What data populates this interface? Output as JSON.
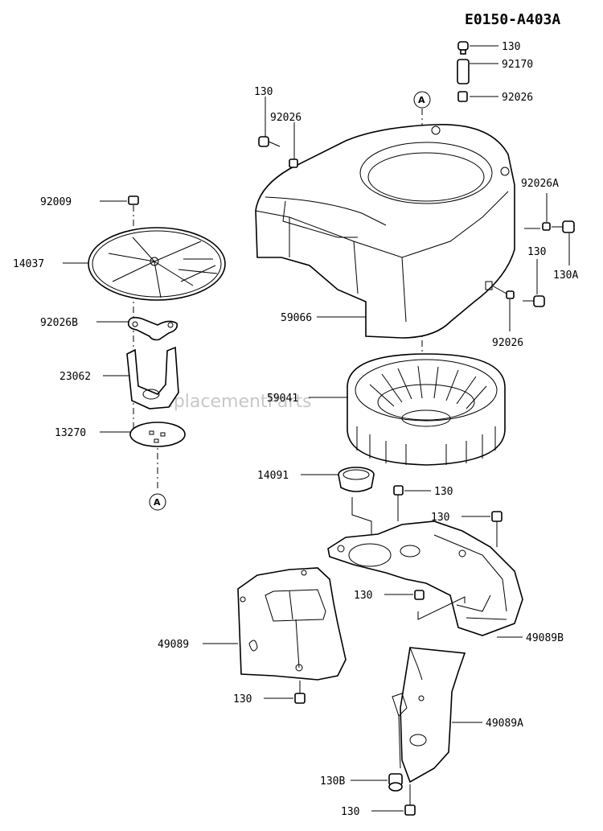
{
  "diagram_id": "E0150-A403A",
  "watermark": "ReplacementParts",
  "callouts": [
    {
      "id": "c130_top",
      "text": "130"
    },
    {
      "id": "c92170",
      "text": "92170"
    },
    {
      "id": "c92026_top",
      "text": "92026"
    },
    {
      "id": "c130_left",
      "text": "130"
    },
    {
      "id": "c92026_left",
      "text": "92026"
    },
    {
      "id": "c92009",
      "text": "92009"
    },
    {
      "id": "c92026A",
      "text": "92026A"
    },
    {
      "id": "c14037",
      "text": "14037"
    },
    {
      "id": "c130_right",
      "text": "130"
    },
    {
      "id": "c130A",
      "text": "130A"
    },
    {
      "id": "c92026B",
      "text": "92026B"
    },
    {
      "id": "c59066",
      "text": "59066"
    },
    {
      "id": "c92026_right",
      "text": "92026"
    },
    {
      "id": "c23062",
      "text": "23062"
    },
    {
      "id": "c59041",
      "text": "59041"
    },
    {
      "id": "c13270",
      "text": "13270"
    },
    {
      "id": "c14091",
      "text": "14091"
    },
    {
      "id": "c130_mid",
      "text": "130"
    },
    {
      "id": "c130_mid2",
      "text": "130"
    },
    {
      "id": "c130_center",
      "text": "130"
    },
    {
      "id": "c49089",
      "text": "49089"
    },
    {
      "id": "c49089B",
      "text": "49089B"
    },
    {
      "id": "c130_low",
      "text": "130"
    },
    {
      "id": "c49089A",
      "text": "49089A"
    },
    {
      "id": "c130B",
      "text": "130B"
    },
    {
      "id": "c130_bottom",
      "text": "130"
    }
  ],
  "reference_marks": [
    {
      "id": "refA_top",
      "text": "A"
    },
    {
      "id": "refA_left",
      "text": "A"
    }
  ]
}
